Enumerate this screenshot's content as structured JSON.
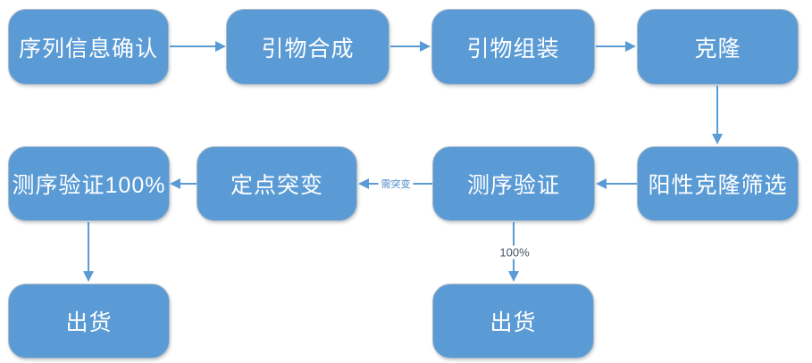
{
  "diagram": {
    "nodes": [
      {
        "label": "序列信息确认"
      },
      {
        "label": "引物合成"
      },
      {
        "label": "引物组装"
      },
      {
        "label": "克隆"
      },
      {
        "label": "阳性克隆筛选"
      },
      {
        "label": "测序验证"
      },
      {
        "label": "定点突变"
      },
      {
        "label": "测序验证100%"
      },
      {
        "label": "出货"
      },
      {
        "label": "出货"
      }
    ],
    "edge_labels": {
      "needs_mutation": "需突变",
      "pass_rate": "100%"
    },
    "colors": {
      "background": "#ffffff",
      "node_fill": "#5b9bd5",
      "node_border": "#a9b8c6",
      "node_text": "#ffffff",
      "arrow": "#5b9bd5",
      "edge_label_blue": "#4a8ac9",
      "edge_label_dark": "#44546a"
    }
  }
}
